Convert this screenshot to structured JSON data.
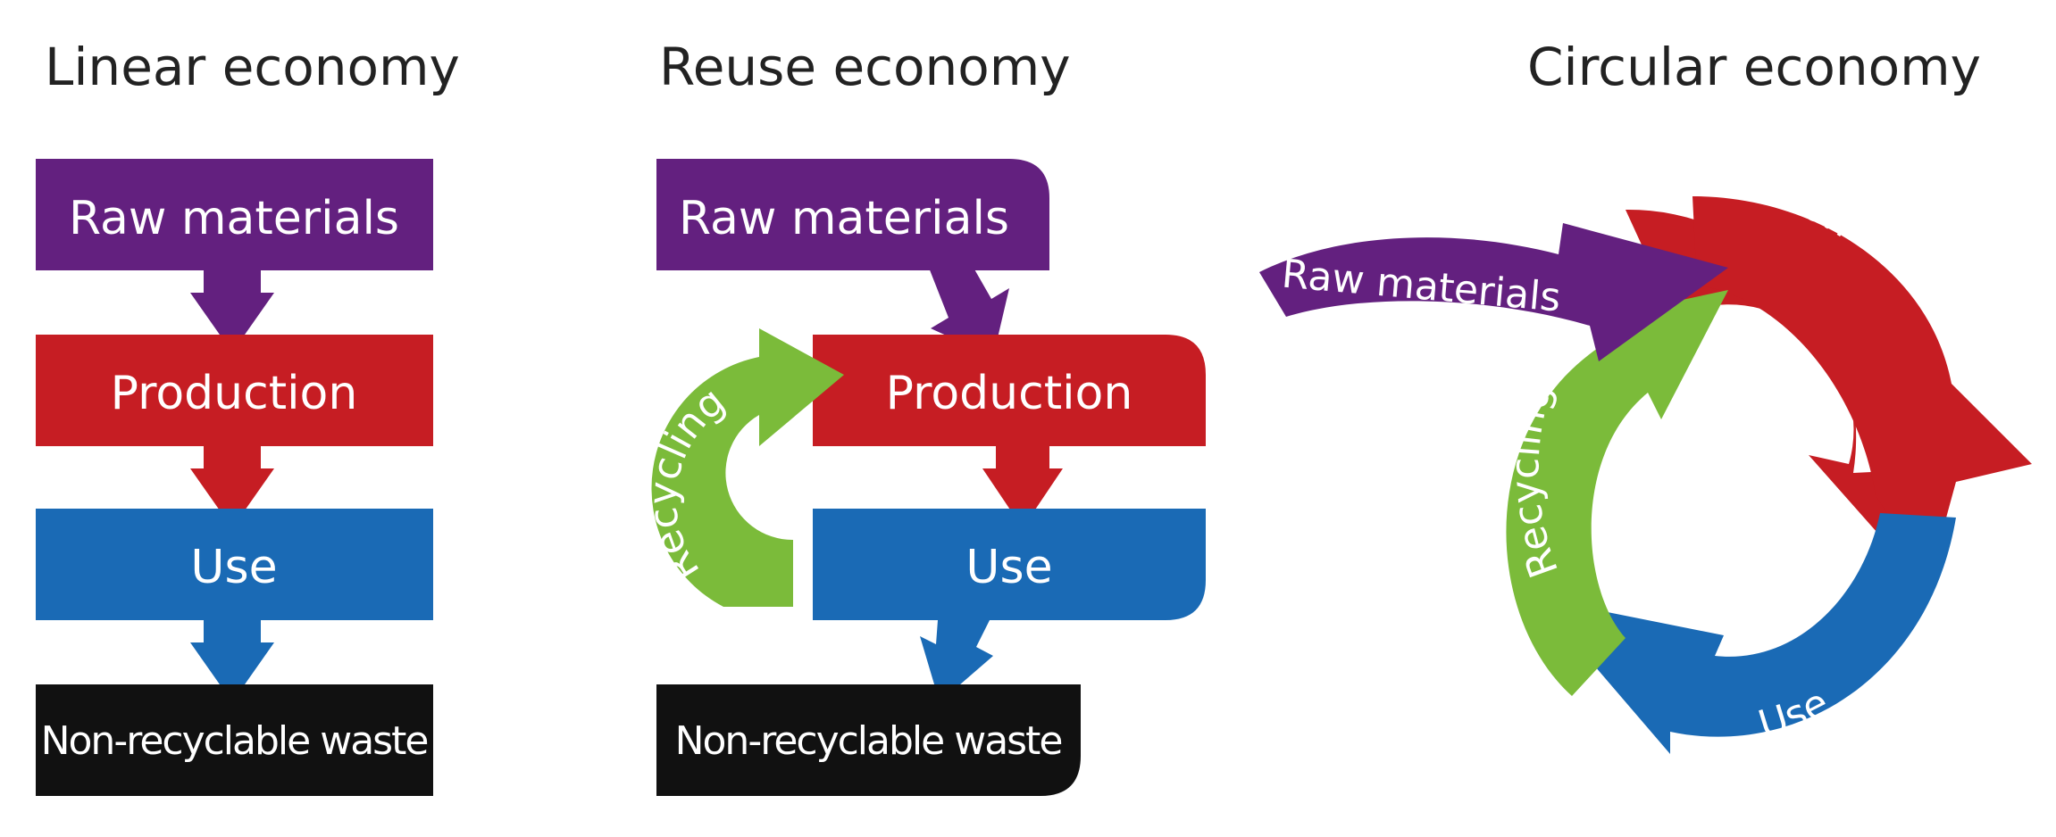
{
  "colors": {
    "purple": "#63207f",
    "red": "#c61d23",
    "blue": "#1a6ab5",
    "green": "#7bbb3a",
    "black": "#111111"
  },
  "linear": {
    "title": "Linear economy",
    "raw": "Raw materials",
    "production": "Production",
    "use": "Use",
    "waste": "Non-recyclable waste"
  },
  "reuse": {
    "title": "Reuse economy",
    "raw": "Raw materials",
    "production": "Production",
    "use": "Use",
    "waste": "Non-recyclable waste",
    "recycling": "Recycling"
  },
  "circular": {
    "title": "Circular economy",
    "raw": "Raw materials",
    "production": "Production",
    "use": "Use",
    "recycling": "Recycling"
  }
}
